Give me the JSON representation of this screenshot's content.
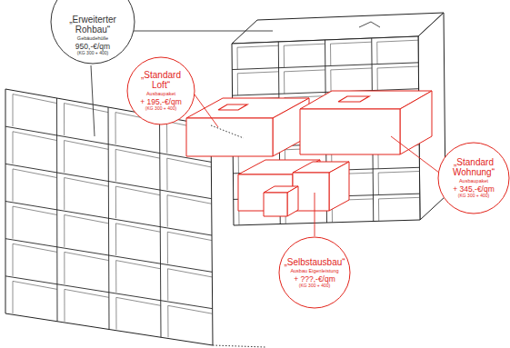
{
  "diagram": {
    "nodes": [
      {
        "text": [
          "„Erweiterter Rohbau“",
          "Gebäudehülle",
          "950,-€/qm",
          "(KG 300 + 400)"
        ]
      },
      {
        "text": [
          "„Standard Loft“",
          "Ausbaupaket",
          "+ 195,-€/qm",
          "(KG 300 + 400)"
        ]
      },
      {
        "text": [
          "„Standard Wohnung“",
          "Ausbaupaket",
          "+ 345,-€/qm",
          "(KG 300 + 400)"
        ]
      },
      {
        "text": [
          "„Selbstausbau“",
          "Ausbau Eigenleistung",
          "+ ???,-€/qm",
          "(KG 300 + 400)"
        ]
      }
    ]
  }
}
